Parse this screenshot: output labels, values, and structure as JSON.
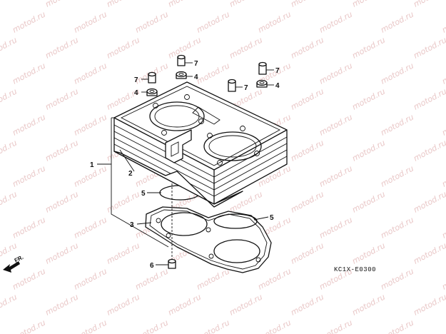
{
  "watermark": {
    "text": "motod.ru",
    "color": "#e9c7c7"
  },
  "diagram_code": "KC1X-E0300",
  "direction_label": "FR.",
  "callouts": {
    "c1": "1",
    "c2": "2",
    "c3": "3",
    "c4a": "4",
    "c4b": "4",
    "c4c": "4",
    "c5a": "5",
    "c5b": "5",
    "c6": "6",
    "c7a": "7",
    "c7b": "7",
    "c7c": "7",
    "c7d": "7"
  }
}
